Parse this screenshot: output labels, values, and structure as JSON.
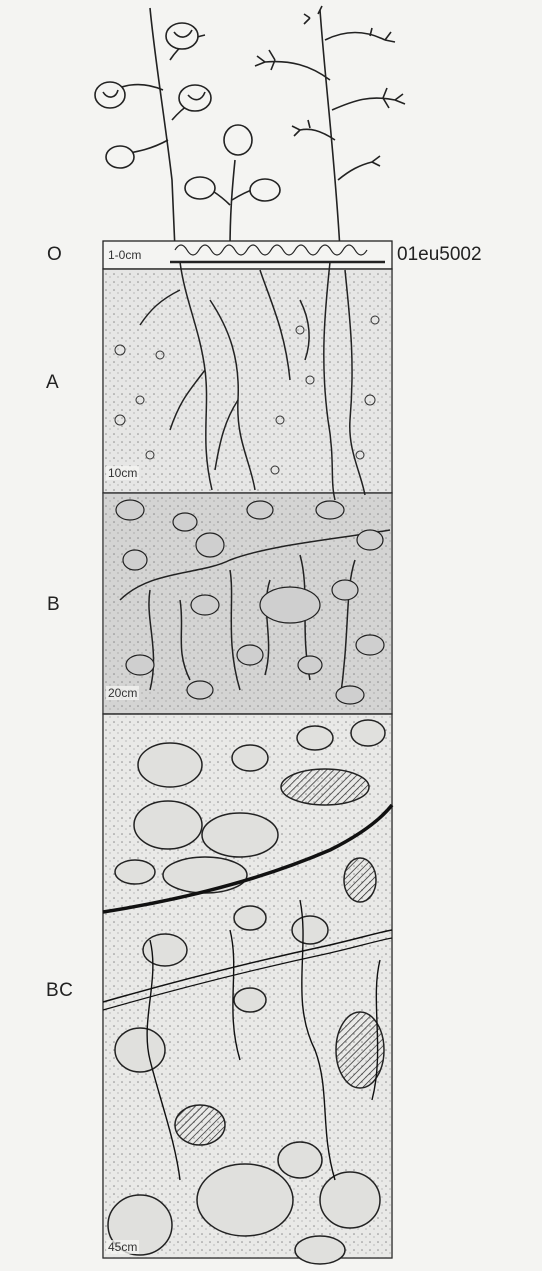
{
  "horizons": [
    {
      "code": "O",
      "depth_label": "1-0cm"
    },
    {
      "code": "A",
      "depth_label": "10cm"
    },
    {
      "code": "B",
      "depth_label": "20cm"
    },
    {
      "code": "BC",
      "depth_label": "45cm"
    }
  ],
  "profile_id": "01eu5002",
  "colors": {
    "ink": "#222222",
    "paper": "#f4f4f2",
    "shade": "#9a9a9a"
  }
}
